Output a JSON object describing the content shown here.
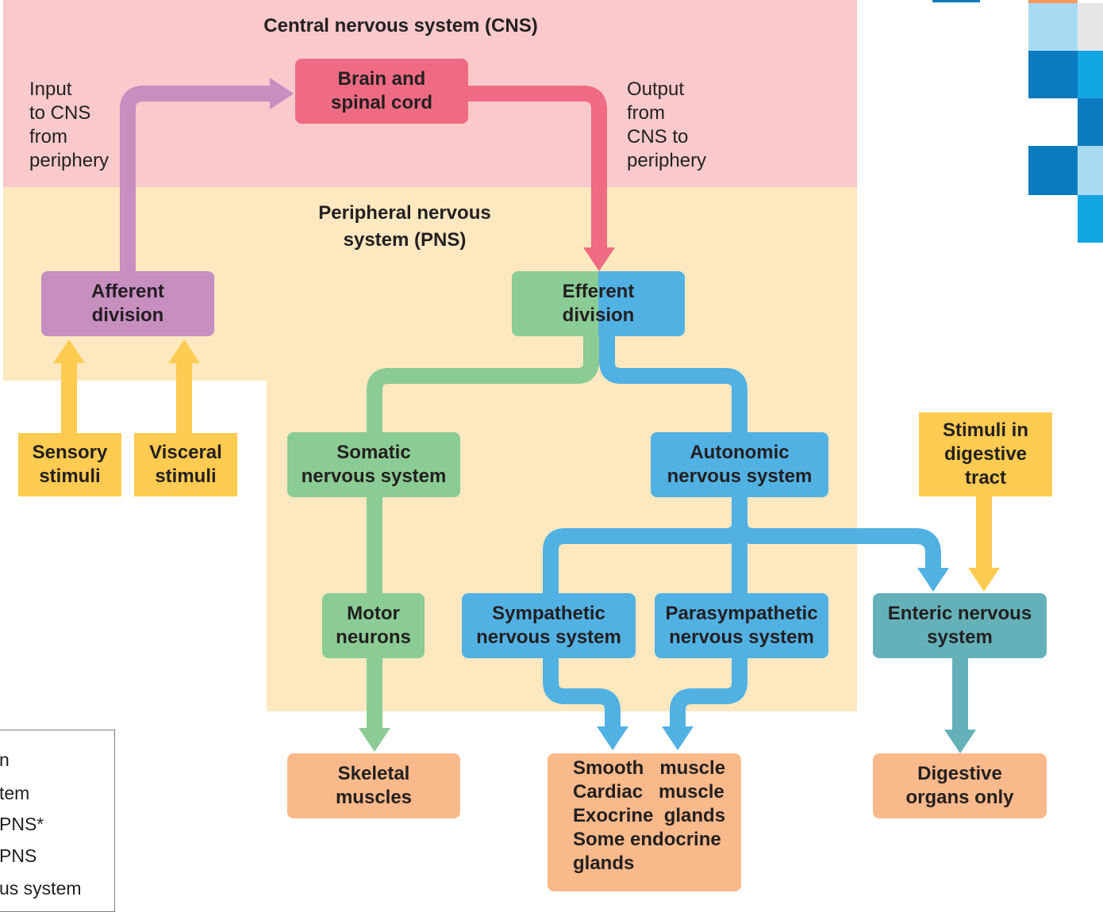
{
  "titles": {
    "cns": "Central nervous system (CNS)",
    "pns": "Peripheral nervous\nsystem (PNS)"
  },
  "labels": {
    "input": "Input\nto CNS\nfrom\nperiphery",
    "output": "Output\nfrom\nCNS to\nperiphery"
  },
  "nodes": {
    "brain": "Brain and\nspinal cord",
    "afferent": "Afferent\ndivision",
    "efferent": "Efferent\ndivision",
    "sensory": "Sensory\nstimuli",
    "visceral": "Visceral\nstimuli",
    "somatic": "Somatic\nnervous system",
    "autonomic": "Autonomic\nnervous system",
    "stimuli_digestive": "Stimuli in\ndigestive\ntract",
    "motor": "Motor\nneurons",
    "sympathetic": "Sympathetic\nnervous system",
    "parasympathetic": "Parasympathetic\nnervous system",
    "enteric": "Enteric nervous\nsystem",
    "skeletal": "Skeletal\nmuscles",
    "digestive_organs": "Digestive\norgans only"
  },
  "effectors": {
    "smooth": "Smooth   muscle",
    "cardiac": "Cardiac   muscle",
    "exocrine": "Exocrine  glands",
    "endocrine_1": "Some endocrine",
    "endocrine_2": "glands"
  },
  "legend_fragments": [
    "n",
    "tem",
    "PNS*",
    "PNS",
    "us system"
  ],
  "colors": {
    "cns_bg": "#f9c9cc",
    "pns_bg": "#fde8bf",
    "brain": "#ef6b83",
    "afferent": "#c78ec0",
    "somatic_green": "#8bcc94",
    "autonomic_blue": "#52b1e3",
    "enteric_teal": "#64b1b9",
    "stimuli_yellow": "#ffcb50",
    "effector_orange": "#f9b98a"
  }
}
